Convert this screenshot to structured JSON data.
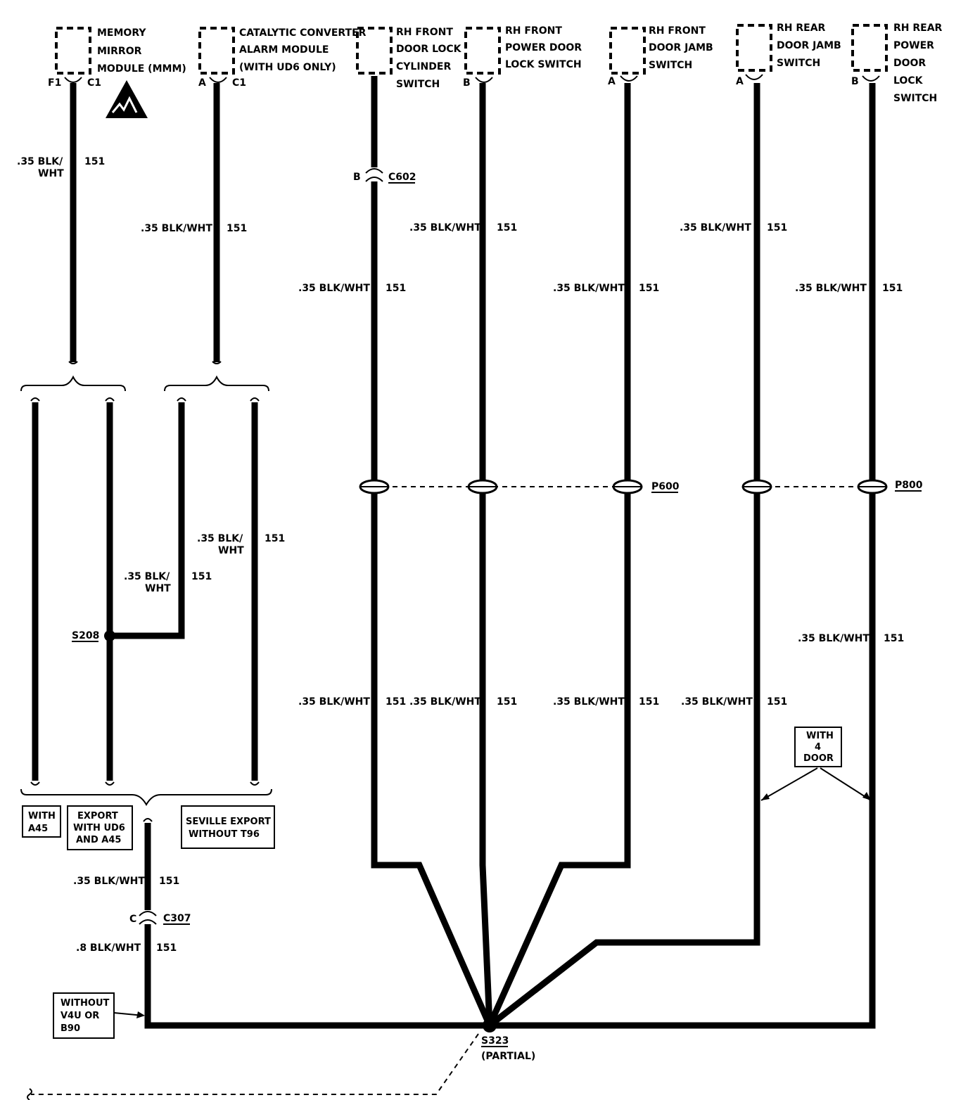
{
  "components": [
    {
      "lines": [
        "MEMORY",
        "MIRROR",
        "MODULE (MMM)"
      ],
      "pin": "F1",
      "connector": "C1"
    },
    {
      "lines": [
        "CATALYTIC CONVERTER",
        "ALARM MODULE",
        "(WITH UD6 ONLY)"
      ],
      "pin": "A",
      "connector": "C1"
    },
    {
      "lines": [
        "RH FRONT",
        "DOOR LOCK",
        "CYLINDER",
        "SWITCH"
      ],
      "pin": "",
      "connector": ""
    },
    {
      "lines": [
        "RH FRONT",
        "POWER DOOR",
        "LOCK SWITCH"
      ],
      "pin": "B",
      "connector": ""
    },
    {
      "lines": [
        "RH FRONT",
        "DOOR JAMB",
        "SWITCH"
      ],
      "pin": "A",
      "connector": ""
    },
    {
      "lines": [
        "RH REAR",
        "DOOR JAMB",
        "SWITCH"
      ],
      "pin": "A",
      "connector": ""
    },
    {
      "lines": [
        "RH REAR",
        "POWER",
        "DOOR",
        "LOCK",
        "SWITCH"
      ],
      "pin": "B",
      "connector": ""
    }
  ],
  "wire": {
    "std": ".35 BLK/WHT",
    "std_a": ".35 BLK/",
    "std_b": "WHT",
    "heavy": ".8 BLK/WHT",
    "circuit": "151"
  },
  "connectors": {
    "c602": "C602",
    "c602_pin": "B",
    "c307": "C307",
    "c307_pin": "C"
  },
  "passthrough": {
    "p600": "P600",
    "p800": "P800"
  },
  "splices": {
    "s208": "S208",
    "s323": "S323",
    "s323_note": "(PARTIAL)"
  },
  "options": {
    "with_a45": [
      "WITH",
      "A45"
    ],
    "export_ud6": [
      "EXPORT",
      "WITH UD6",
      "AND A45"
    ],
    "seville": [
      "SEVILLE EXPORT",
      "WITHOUT T96"
    ],
    "four_door": [
      "WITH",
      "4",
      "DOOR"
    ],
    "without_v4u": [
      "WITHOUT",
      "V4U OR",
      "B90"
    ]
  }
}
